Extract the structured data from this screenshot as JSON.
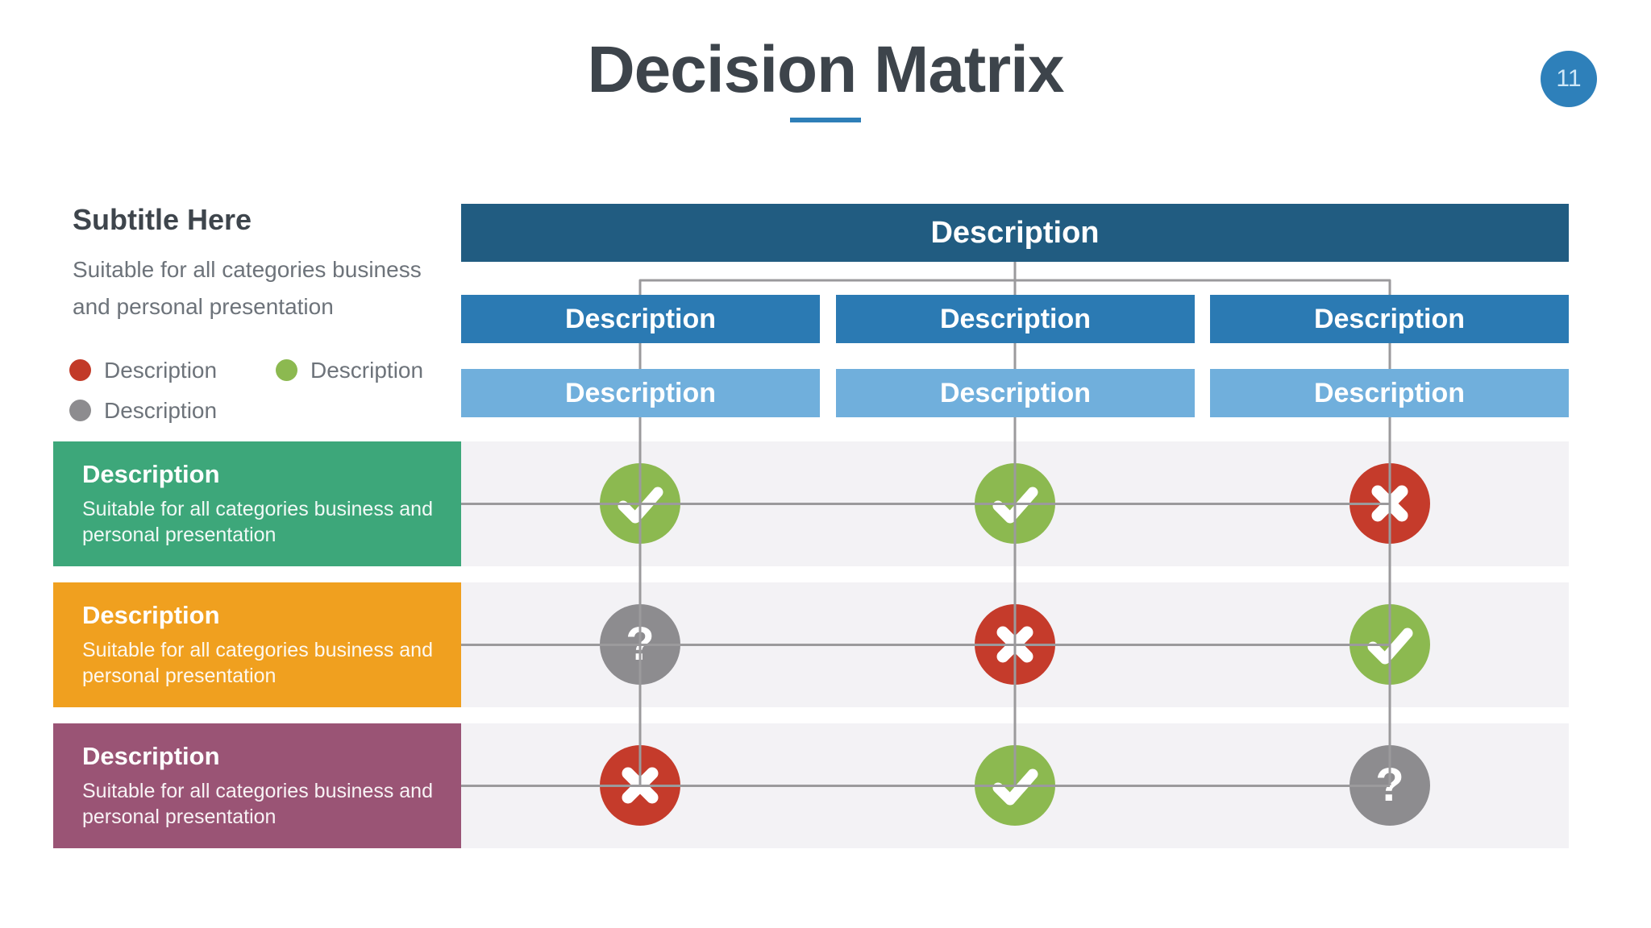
{
  "header": {
    "title": "Decision Matrix",
    "page_number": "11",
    "underline_color": "#2e7fb8",
    "badge_color": "#2e80ba"
  },
  "intro": {
    "subtitle": "Subtitle Here",
    "description": "Suitable for all categories business and personal presentation"
  },
  "legend": {
    "items": [
      {
        "name": "red",
        "label": "Description",
        "color": "#c23a28"
      },
      {
        "name": "green",
        "label": "Description",
        "color": "#8cb950"
      },
      {
        "name": "gray",
        "label": "Description",
        "color": "#8d8c8f"
      }
    ]
  },
  "matrix": {
    "root_label": "Description",
    "root_color": "#215c81",
    "column_header_color": "#2b7ab3",
    "column_subheader_color": "#70afdc",
    "columns": [
      {
        "header": "Description",
        "subheader": "Description"
      },
      {
        "header": "Description",
        "subheader": "Description"
      },
      {
        "header": "Description",
        "subheader": "Description"
      }
    ],
    "rows": [
      {
        "title": "Description",
        "description": "Suitable for all categories business and personal presentation",
        "color": "#3da77a",
        "cells": [
          "yes",
          "yes",
          "no"
        ]
      },
      {
        "title": "Description",
        "description": "Suitable for all categories business and personal presentation",
        "color": "#f0a01f",
        "cells": [
          "unknown",
          "no",
          "yes"
        ]
      },
      {
        "title": "Description",
        "description": "Suitable for all categories business and personal presentation",
        "color": "#9a5475",
        "cells": [
          "no",
          "yes",
          "unknown"
        ]
      }
    ],
    "cell_colors": {
      "yes": "#8cb950",
      "no": "#c53b2b",
      "unknown": "#8d8c8f"
    },
    "icons": {
      "yes": "check-icon",
      "no": "cross-icon",
      "unknown": "question-icon"
    },
    "line_color": "#9b9a9c",
    "band_color": "#f3f2f5"
  }
}
